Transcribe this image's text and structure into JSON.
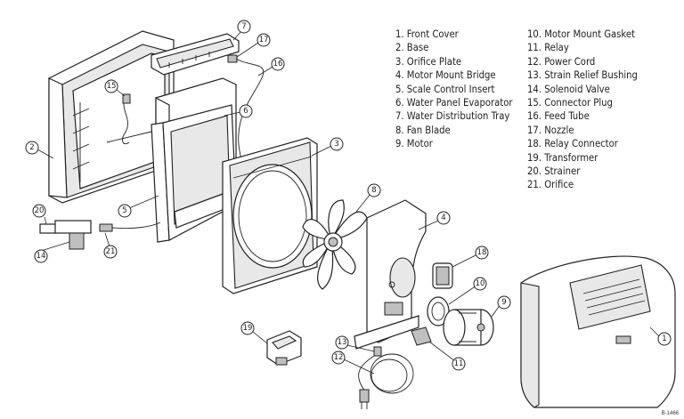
{
  "legend_left": [
    "1. Front Cover",
    "2. Base",
    "3. Orifice Plate",
    "4. Motor Mount Bridge",
    "5. Scale Control Insert",
    "6. Water Panel Evaporator",
    "7. Water Distribution Tray",
    "8. Fan Blade",
    "9. Motor"
  ],
  "legend_right": [
    "10. Motor Mount Gasket",
    "11. Relay",
    "12. Power Cord",
    "13. Strain Relief Bushing",
    "14. Solenoid Valve",
    "15. Connector Plug",
    "16. Feed Tube",
    "17. Nozzle",
    "18. Relay Connector",
    "19. Transformer",
    "20. Strainer",
    "21. Orifice"
  ],
  "callout_numbers": [
    "1",
    "2",
    "3",
    "4",
    "5",
    "6",
    "7",
    "8",
    "9",
    "10",
    "11",
    "12",
    "13",
    "14",
    "15",
    "16",
    "17",
    "18",
    "19",
    "20",
    "21"
  ],
  "drawing_ref": "B-1466"
}
